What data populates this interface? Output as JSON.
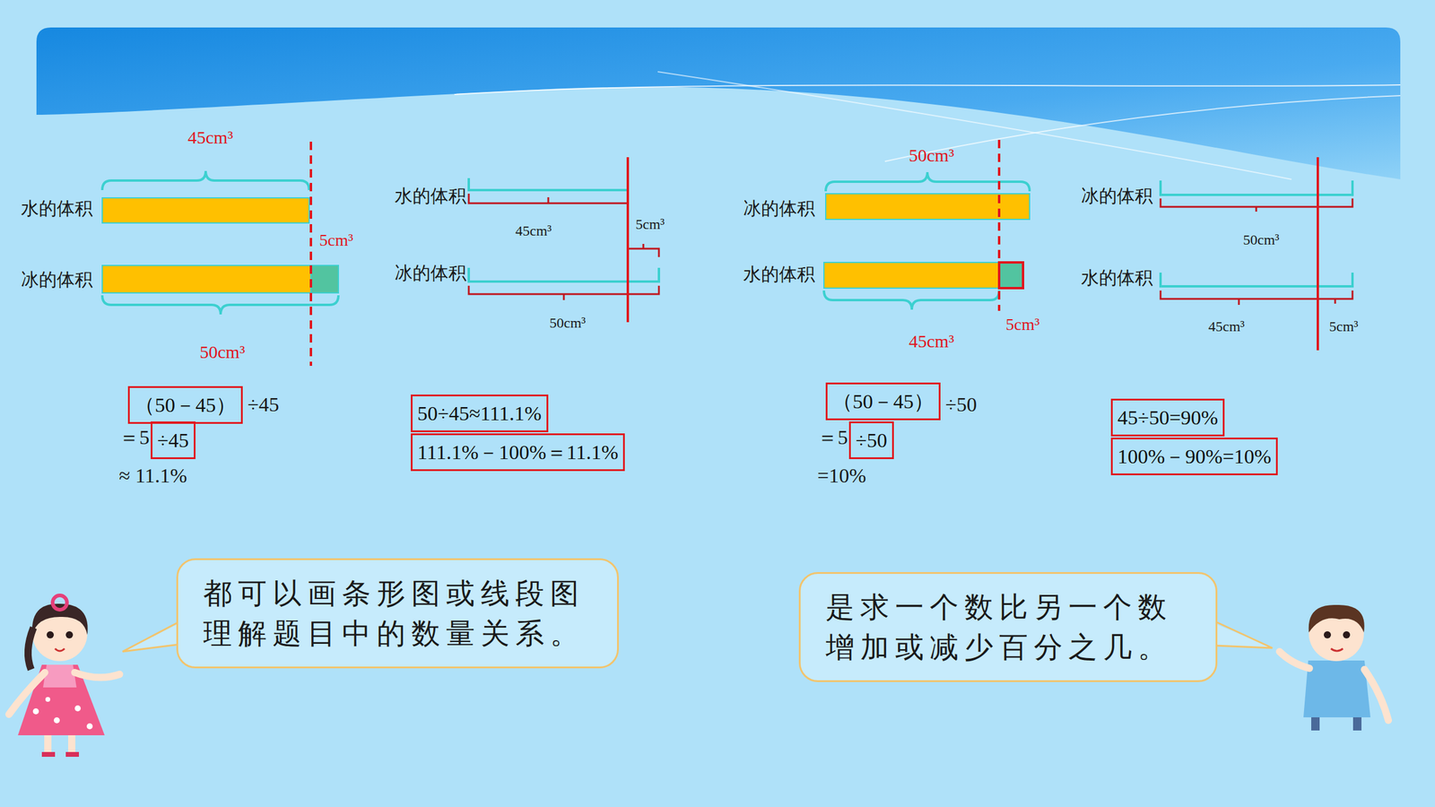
{
  "diagram": {
    "nodes": [
      {
        "text": [
          "（50－45）"
        ]
      },
      {
        "text": [
          "÷45"
        ]
      },
      {
        "text": [
          "50÷45≈111.1%"
        ]
      },
      {
        "text": [
          "111.1%－100%＝11.1%"
        ]
      },
      {
        "text": [
          "（50－45）"
        ]
      },
      {
        "text": [
          "÷50"
        ]
      },
      {
        "text": [
          "45÷50=90%"
        ]
      },
      {
        "text": [
          "100%－90%=10%"
        ]
      },
      {
        "text": [
          "都可以画条形图或线段图理解题目中的数量关系。"
        ]
      },
      {
        "text": [
          "是求一个数比另一个数增加或减少百分之几。"
        ]
      }
    ],
    "labels": [
      "45cm³",
      "水的体积",
      "冰的体积",
      "5cm³",
      "50cm³",
      "÷45",
      "＝5",
      "≈ 11.1%",
      "水的体积",
      "45cm³",
      "5cm³",
      "冰的体积",
      "50cm³",
      "50cm³",
      "冰的体积",
      "水的体积",
      "45cm³",
      "5cm³",
      "÷50",
      "＝5",
      "=10%",
      "冰的体积",
      "50cm³",
      "水的体积",
      "45cm³",
      "5cm³"
    ]
  }
}
